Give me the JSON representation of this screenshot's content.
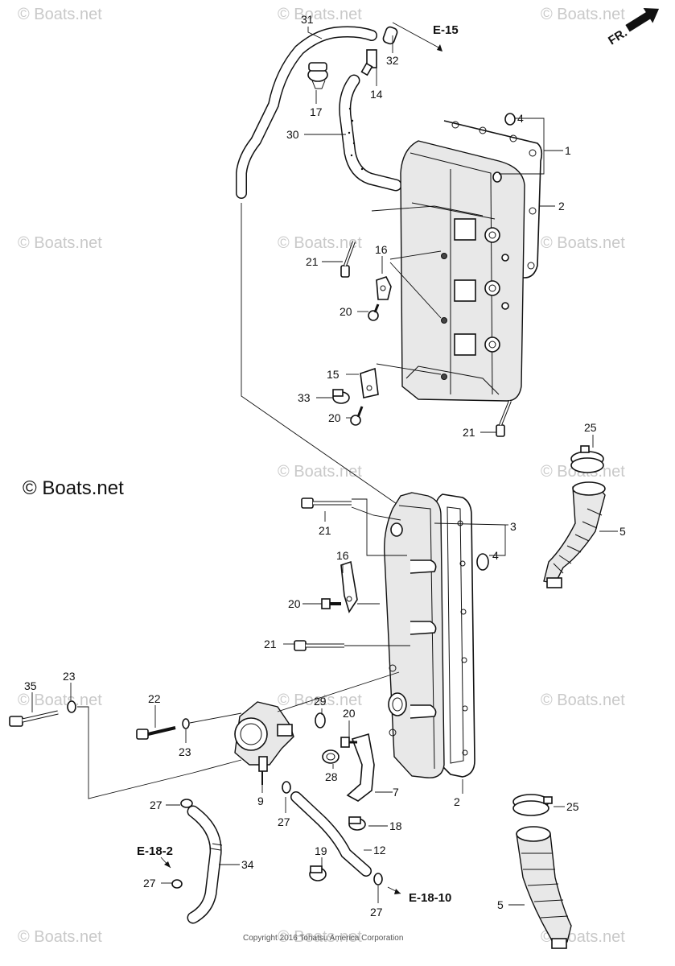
{
  "watermark": {
    "text": "© Boats.net",
    "primary_text": "© Boats.net"
  },
  "copyright": "Copyright 2016 Tohatsu America Corporation",
  "direction_label": "FR.",
  "references": {
    "e15": "E-15",
    "e18_2": "E-18-2",
    "e18_10": "E-18-10"
  },
  "callouts": {
    "c1": "1",
    "c2a": "2",
    "c2b": "2",
    "c3": "3",
    "c4a": "4",
    "c4b": "4",
    "c5a": "5",
    "c5b": "5",
    "c7": "7",
    "c9": "9",
    "c12": "12",
    "c14": "14",
    "c15": "15",
    "c16a": "16",
    "c16b": "16",
    "c17": "17",
    "c18": "18",
    "c19": "19",
    "c20a": "20",
    "c20b": "20",
    "c20c": "20",
    "c20d": "20",
    "c21a": "21",
    "c21b": "21",
    "c21c": "21",
    "c21d": "21",
    "c22": "22",
    "c23a": "23",
    "c23b": "23",
    "c25a": "25",
    "c25b": "25",
    "c27a": "27",
    "c27b": "27",
    "c27c": "27",
    "c27d": "27",
    "c28": "28",
    "c29": "29",
    "c30": "30",
    "c31": "31",
    "c32": "32",
    "c33": "33",
    "c34": "34",
    "c35": "35"
  }
}
